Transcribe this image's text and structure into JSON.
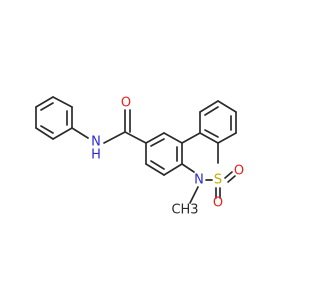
{
  "molecule": {
    "colors": {
      "bond": "#2b2b2b",
      "O": "#e8231f",
      "N": "#2a2ad8",
      "S": "#c8aa00",
      "C": "#2b2b2b"
    },
    "labels": {
      "amide_O": "O",
      "amide_N": "N",
      "amide_H": "H",
      "ring_N": "N",
      "S": "S",
      "sulfonyl_O1": "O",
      "sulfonyl_O2": "O",
      "methyl": "CH3"
    }
  }
}
